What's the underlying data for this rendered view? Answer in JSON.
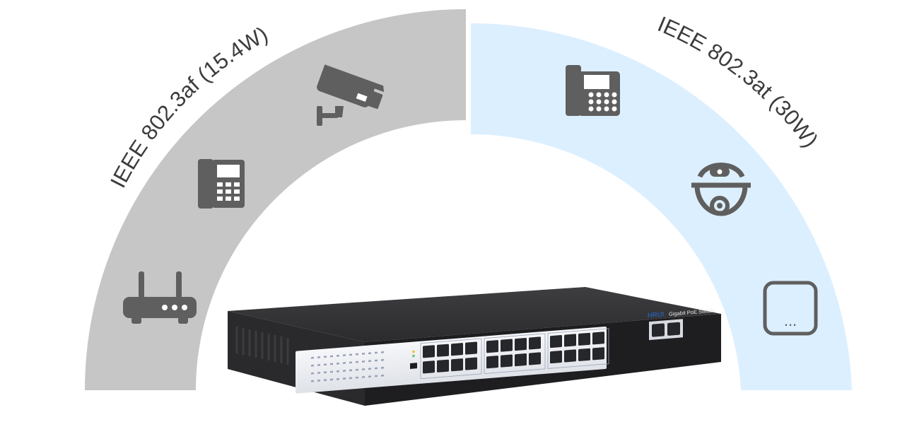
{
  "left_arc": {
    "label": "IEEE 802.3af (15.4W)",
    "color": "#c6c6c6"
  },
  "right_arc": {
    "label": "IEEE 802.3at (30W)",
    "color": "#dcefff"
  },
  "icon_color": "#5f5f5f",
  "left_devices": [
    "router-icon",
    "desk-phone-icon",
    "cctv-camera-icon"
  ],
  "right_devices": [
    "ip-phone-icon",
    "dome-camera-icon",
    "more-devices-icon"
  ],
  "more_label": "...",
  "switch": {
    "brand": "HRUI",
    "model": "Gigabit PoE Switch",
    "rj45_ports": 24,
    "sfp_ports": 2
  }
}
